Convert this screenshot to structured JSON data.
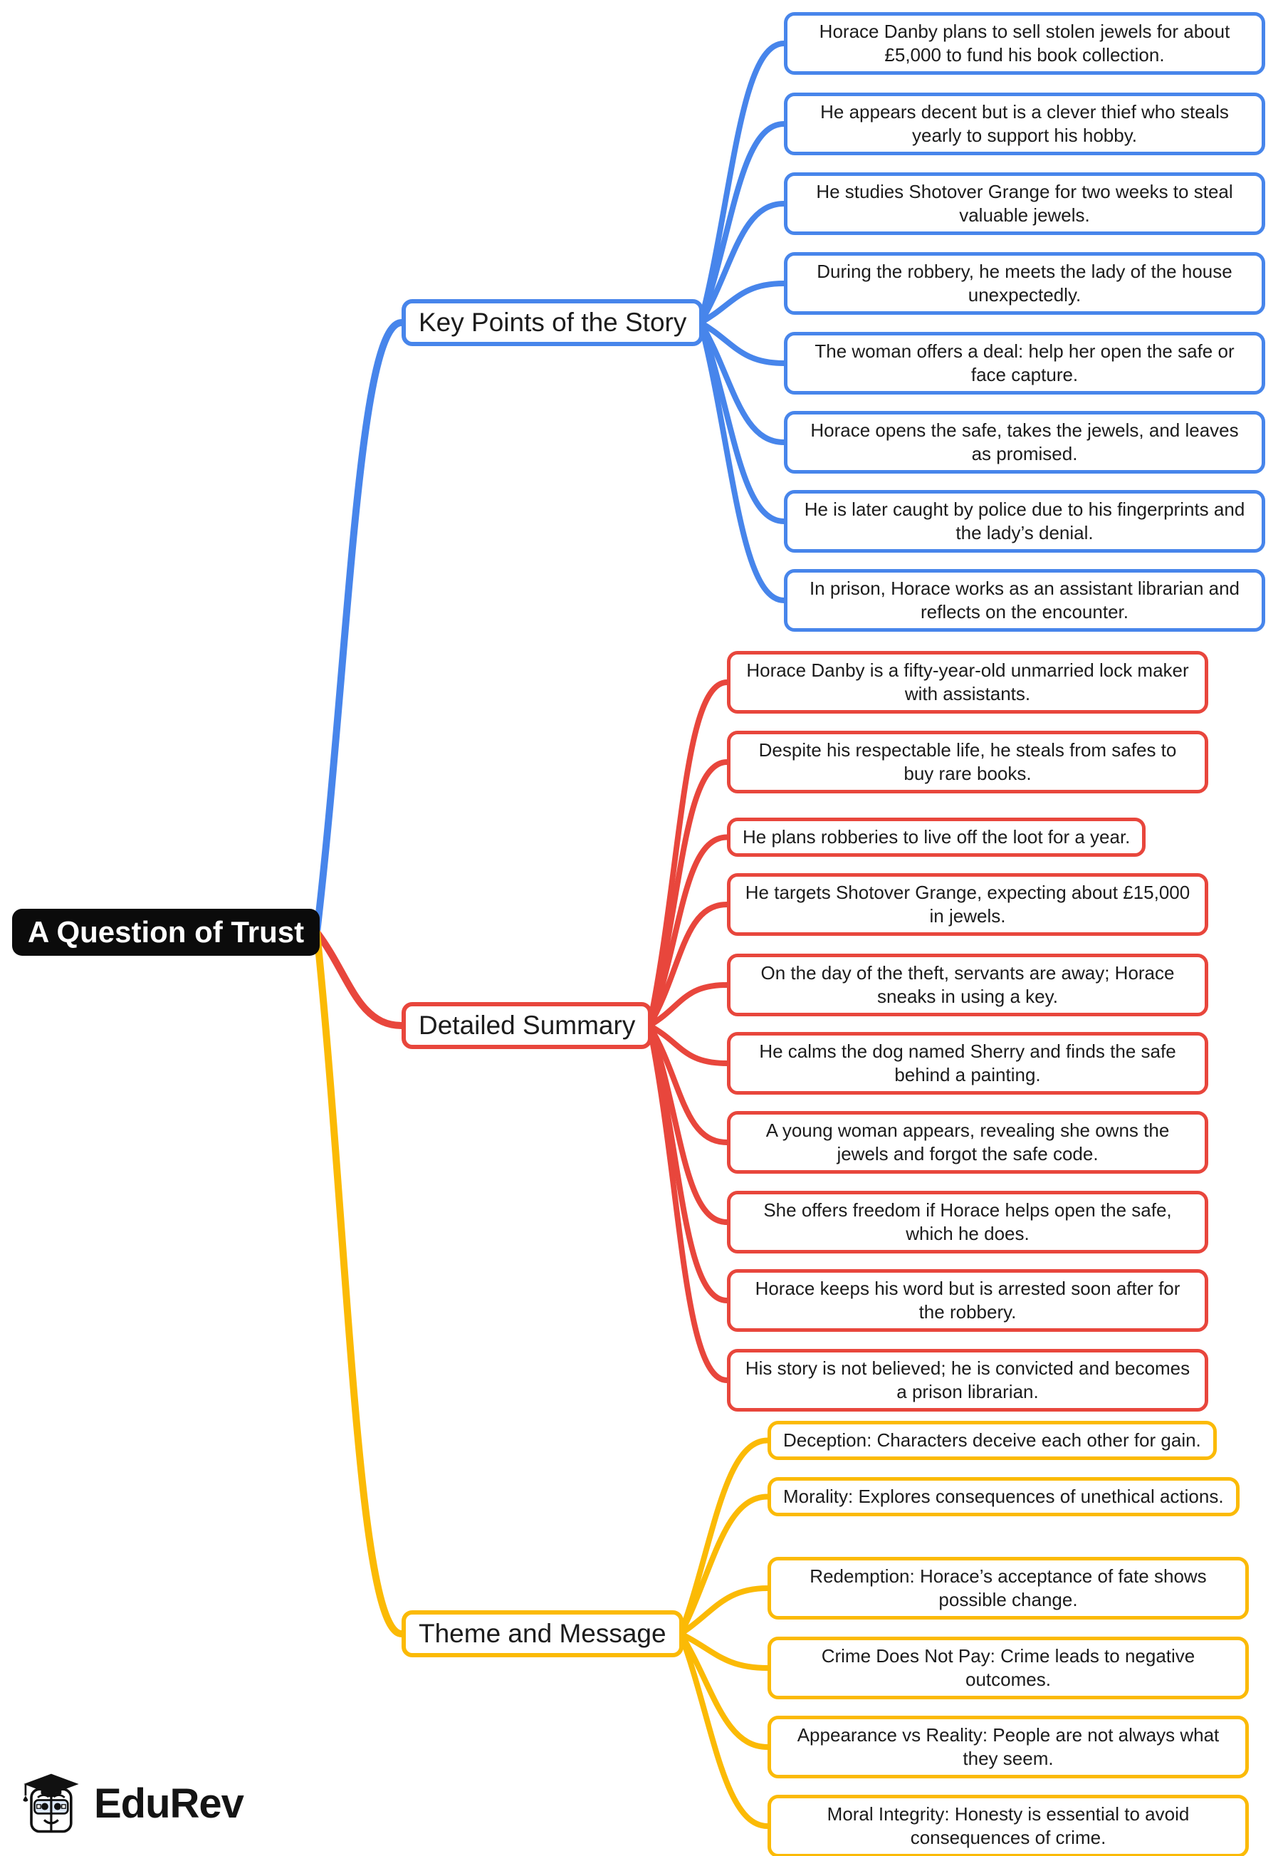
{
  "root": {
    "label": "A Question of Trust"
  },
  "colors": {
    "blue": "#4785EB",
    "red": "#E8463C",
    "yellow": "#FBBA05",
    "root_bg": "#0b0b0b"
  },
  "branches": [
    {
      "id": "key-points",
      "label": "Key Points of the Story",
      "color": "#4785EB",
      "items": [
        "Horace Danby plans to sell stolen jewels for about £5,000 to fund his book collection.",
        "He appears decent but is a clever thief who steals yearly to support his hobby.",
        "He studies Shotover Grange for two weeks to steal valuable jewels.",
        "During the robbery, he meets the lady of the house unexpectedly.",
        "The woman offers a deal: help her open the safe or face capture.",
        "Horace opens the safe, takes the jewels, and leaves as promised.",
        "He is later caught by police due to his fingerprints and the lady’s denial.",
        "In prison, Horace works as an assistant librarian and reflects on the encounter."
      ]
    },
    {
      "id": "detailed-summary",
      "label": "Detailed Summary",
      "color": "#E8463C",
      "items": [
        "Horace Danby is a fifty-year-old unmarried lock maker with assistants.",
        "Despite his respectable life, he steals from safes to buy rare books.",
        "He plans robberies to live off the loot for a year.",
        "He targets Shotover Grange, expecting about £15,000 in jewels.",
        "On the day of the theft, servants are away; Horace sneaks in using a key.",
        "He calms the dog named Sherry and finds the safe behind a painting.",
        "A young woman appears, revealing she owns the jewels and forgot the safe code.",
        "She offers freedom if Horace helps open the safe, which he does.",
        "Horace keeps his word but is arrested soon after for the robbery.",
        "His story is not believed; he is convicted and becomes a prison librarian."
      ]
    },
    {
      "id": "theme-message",
      "label": "Theme and Message",
      "color": "#FBBA05",
      "items": [
        "Deception: Characters deceive each other for gain.",
        "Morality: Explores consequences of unethical actions.",
        "Redemption: Horace’s acceptance of fate shows possible change.",
        "Crime Does Not Pay: Crime leads to negative outcomes.",
        "Appearance vs Reality: People are not always what they seem.",
        "Moral Integrity: Honesty is essential to avoid consequences of crime."
      ]
    }
  ],
  "footer": {
    "brand": "EduRev"
  }
}
